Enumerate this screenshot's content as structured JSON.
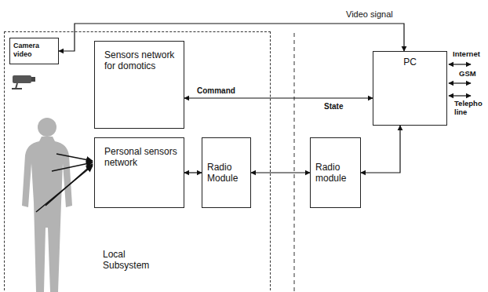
{
  "diagram": {
    "nodes": [
      {
        "text": [
          "Local Subsystem"
        ]
      },
      {
        "text": [
          "Camera video"
        ],
        "in": 0
      },
      {
        "text": [
          "Sensors network for domotics"
        ],
        "in": 0
      },
      {
        "text": [
          "Personal sensors network"
        ],
        "in": 0
      },
      {
        "text": [
          "Radio Module"
        ],
        "in": 0
      },
      {
        "text": [
          "PC"
        ]
      },
      {
        "text": [
          "Radio module"
        ]
      }
    ],
    "edges": [
      {
        "from": 5,
        "to": 1,
        "label": "Video signal",
        "arrow": "both"
      },
      {
        "from": 2,
        "to": 5,
        "label": "Command",
        "arrow": "both"
      },
      {
        "from": 3,
        "to": 4,
        "arrow": "both"
      },
      {
        "from": 4,
        "to": 6,
        "arrow": "both"
      },
      {
        "from": 6,
        "to": 5,
        "arrow": "both"
      }
    ],
    "labels": [
      "State",
      "Internet",
      "GSM",
      "Telepho line"
    ]
  }
}
